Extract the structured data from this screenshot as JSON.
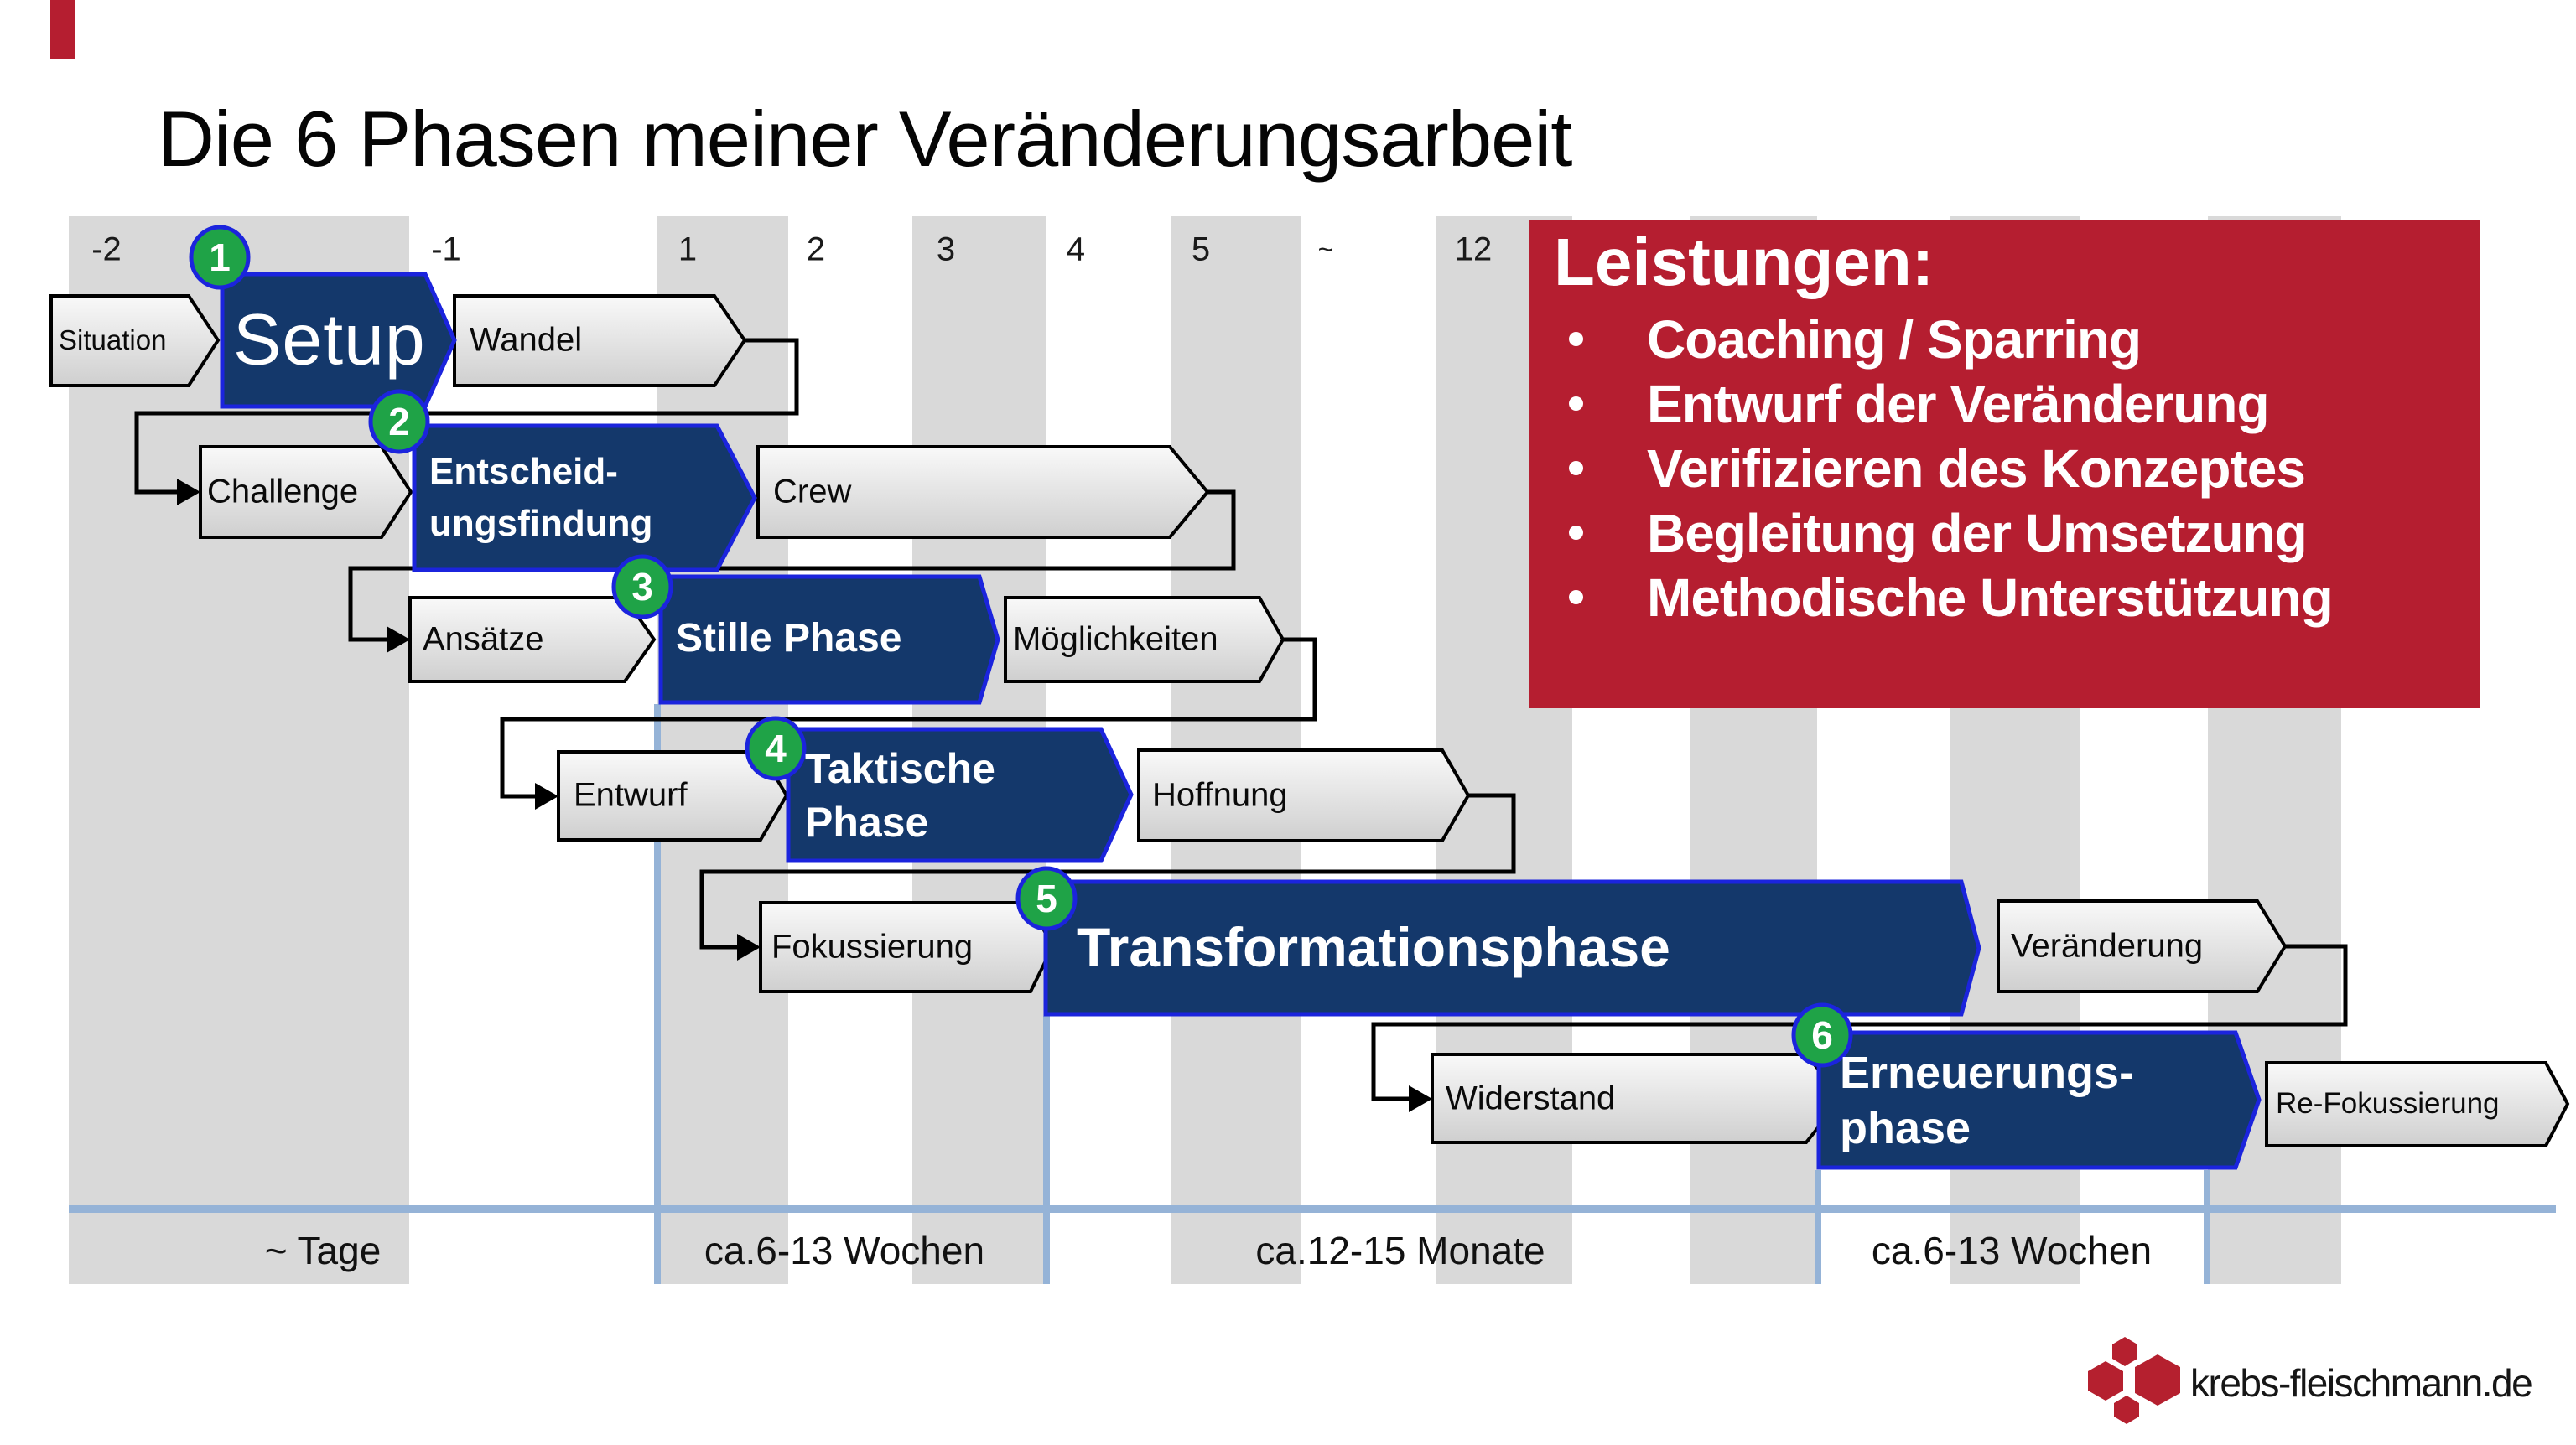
{
  "slide": {
    "title": "Die 6 Phasen meiner Veränderungsarbeit",
    "colors": {
      "accent_red": "#B51E30",
      "phase_fill": "#14386B",
      "phase_border": "#1B24DD",
      "badge_green": "#1FA347",
      "timeline_blue": "#95B3D7",
      "stripe_gray": "#D9D9D9"
    }
  },
  "columns": [
    {
      "label": "-2"
    },
    {
      "label": "-1"
    },
    {
      "label": "1"
    },
    {
      "label": "2"
    },
    {
      "label": "3"
    },
    {
      "label": "4"
    },
    {
      "label": "5"
    },
    {
      "label": "~"
    },
    {
      "label": "12"
    }
  ],
  "phases": [
    {
      "num": "1",
      "label": "Setup"
    },
    {
      "num": "2",
      "label": "Entscheid-\nungsfindung"
    },
    {
      "num": "3",
      "label": "Stille Phase"
    },
    {
      "num": "4",
      "label": "Taktische\nPhase"
    },
    {
      "num": "5",
      "label": "Transformationsphase"
    },
    {
      "num": "6",
      "label": "Erneuerungs-\nphase"
    }
  ],
  "artifacts": [
    {
      "label": "Situation"
    },
    {
      "label": "Wandel"
    },
    {
      "label": "Challenge"
    },
    {
      "label": "Crew"
    },
    {
      "label": "Ansätze"
    },
    {
      "label": "Möglichkeiten"
    },
    {
      "label": "Entwurf"
    },
    {
      "label": "Hoffnung"
    },
    {
      "label": "Fokussierung"
    },
    {
      "label": "Veränderung"
    },
    {
      "label": "Widerstand"
    },
    {
      "label": "Re-Fokussierung"
    }
  ],
  "services": {
    "heading": "Leistungen:",
    "items": [
      {
        "text": "Coaching / Sparring"
      },
      {
        "text": "Entwurf der Veränderung"
      },
      {
        "text": "Verifizieren des Konzeptes"
      },
      {
        "text": "Begleitung der Umsetzung"
      },
      {
        "text": "Methodische Unterstützung"
      }
    ]
  },
  "durations": [
    {
      "label": "~ Tage"
    },
    {
      "label": "ca.6-13 Wochen"
    },
    {
      "label": "ca.12-15 Monate"
    },
    {
      "label": "ca.6-13 Wochen"
    }
  ],
  "footer": {
    "logo_text": "krebs-fleischmann.de"
  }
}
